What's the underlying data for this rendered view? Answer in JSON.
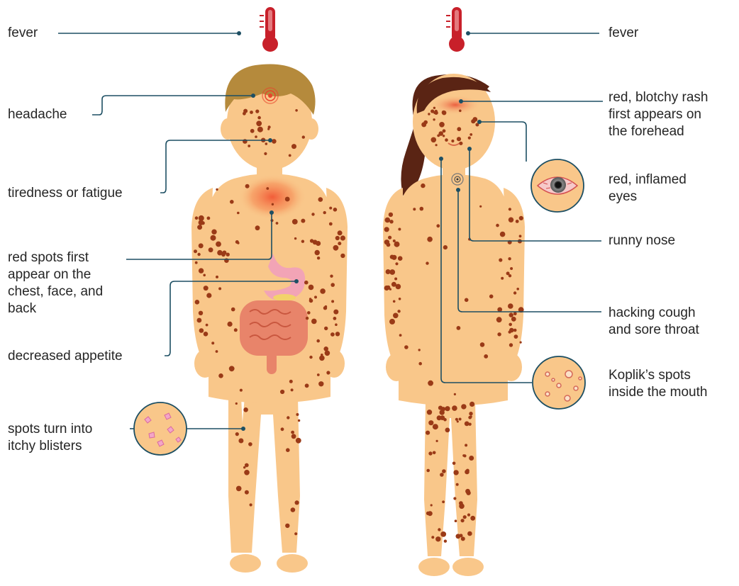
{
  "labels": {
    "left_fever": "fever",
    "headache": "headache",
    "tiredness": "tiredness or fatigue",
    "red_spots": "red spots first\nappear on the\nchest, face, and\nback",
    "appetite": "decreased appetite",
    "blisters": "spots turn into\nitchy blisters",
    "right_fever": "fever",
    "rash": "red, blotchy rash\nfirst appears on\nthe forehead",
    "eyes": "red, inflamed\neyes",
    "nose": "runny nose",
    "cough": "hacking cough\nand sore throat",
    "koplik": "Koplik’s spots\ninside the mouth"
  },
  "colors": {
    "skin": "#f9c78a",
    "spot": "#9a3a17",
    "leader": "#1d4f63",
    "thermometer": "#c8202a",
    "hair_boy": "#b58a3c",
    "hair_girl": "#5a2414",
    "rash": "#e8442c",
    "intestine": "#e8846a",
    "stomach": "#f2a4b6"
  },
  "icons": [
    "thermometer-icon",
    "eye-icon",
    "blister-icon",
    "koplik-spots-icon",
    "headache-icon"
  ]
}
